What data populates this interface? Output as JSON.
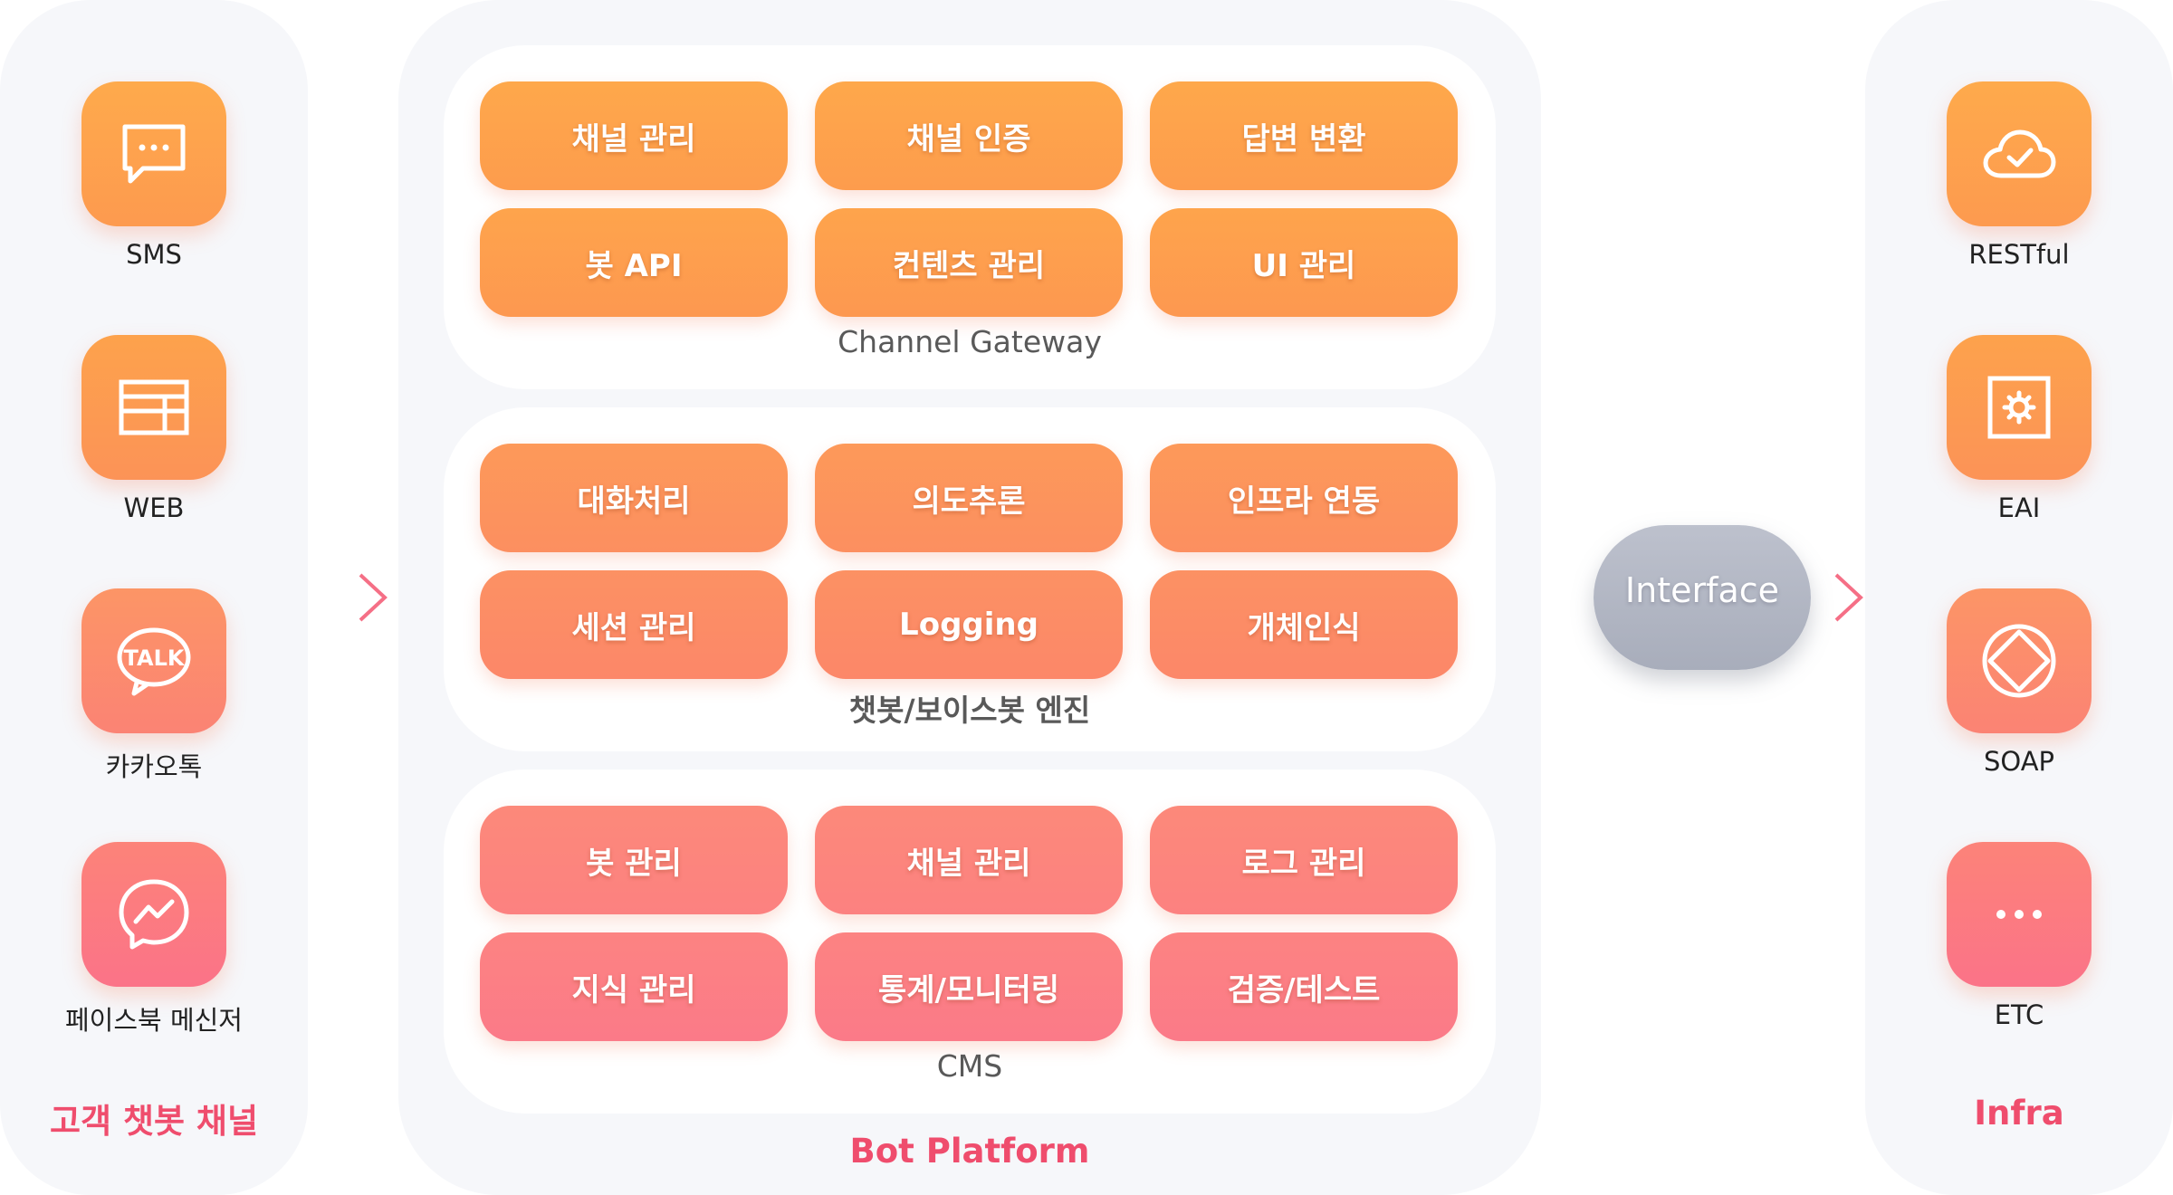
{
  "left": {
    "title": "고객 챗봇 채널",
    "channels": [
      {
        "label": "SMS",
        "icon": "chat-bubble-icon",
        "color": "#fda04d"
      },
      {
        "label": "WEB",
        "icon": "browser-window-icon",
        "color": "#fd9a50"
      },
      {
        "label": "카카오톡",
        "icon": "kakaotalk-icon",
        "color": "#fc8a6d"
      },
      {
        "label": "페이스북 메신저",
        "icon": "messenger-icon",
        "color": "#fc7a85"
      }
    ]
  },
  "center": {
    "title": "Bot Platform",
    "sections": [
      {
        "label": "Channel Gateway",
        "color": "#fda24b",
        "items": [
          "채널 관리",
          "채널 인증",
          "답변 변환",
          "봇 API",
          "컨텐츠 관리",
          "UI 관리"
        ]
      },
      {
        "label": "챗봇/보이스봇 엔진",
        "color": "#fc8e62",
        "items": [
          "대화처리",
          "의도추론",
          "인프라 연동",
          "세션 관리",
          "Logging",
          "개체인식"
        ]
      },
      {
        "label": "CMS",
        "color": "#fc7e83",
        "items": [
          "봇 관리",
          "채널 관리",
          "로그 관리",
          "지식 관리",
          "통계/모니터링",
          "검증/테스트"
        ]
      }
    ]
  },
  "interface": {
    "label": "Interface"
  },
  "right": {
    "title": "Infra",
    "items": [
      {
        "label": "RESTful",
        "icon": "cloud-check-icon",
        "color": "#fda04d"
      },
      {
        "label": "EAI",
        "icon": "gear-box-icon",
        "color": "#fd9a50"
      },
      {
        "label": "SOAP",
        "icon": "diamond-icon",
        "color": "#fc8a6d"
      },
      {
        "label": "ETC",
        "icon": "more-dots-icon",
        "color": "#fc7a85"
      }
    ]
  },
  "colors": {
    "accent": "#ef4d6d",
    "panel": "#f6f7fa",
    "arrow": "#f37a80",
    "interface": "#b4b8c5"
  }
}
